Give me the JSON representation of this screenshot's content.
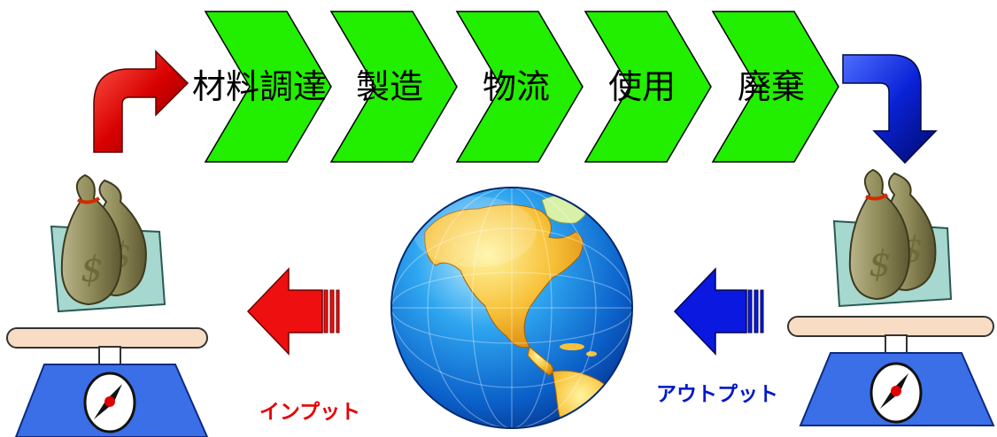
{
  "stages": [
    {
      "label": "材料調達"
    },
    {
      "label": "製造"
    },
    {
      "label": "物流"
    },
    {
      "label": "使用"
    },
    {
      "label": "廃棄"
    }
  ],
  "input_label": "インプット",
  "output_label": "アウトプット",
  "money_symbol": "$",
  "colors": {
    "stage_fill": "#22ee00",
    "input": "#e60000",
    "output": "#0018c8",
    "scale_base": "#3a6fe8",
    "scale_beam": "#f8ddc4",
    "scale_plate": "#a6d8cf",
    "money_bag": "#8a8350"
  },
  "icons": [
    "red-curved-up-arrow",
    "blue-curved-down-arrow",
    "money-bag-icon",
    "balance-scale-icon",
    "globe-icon",
    "red-left-arrow",
    "blue-left-arrow"
  ]
}
